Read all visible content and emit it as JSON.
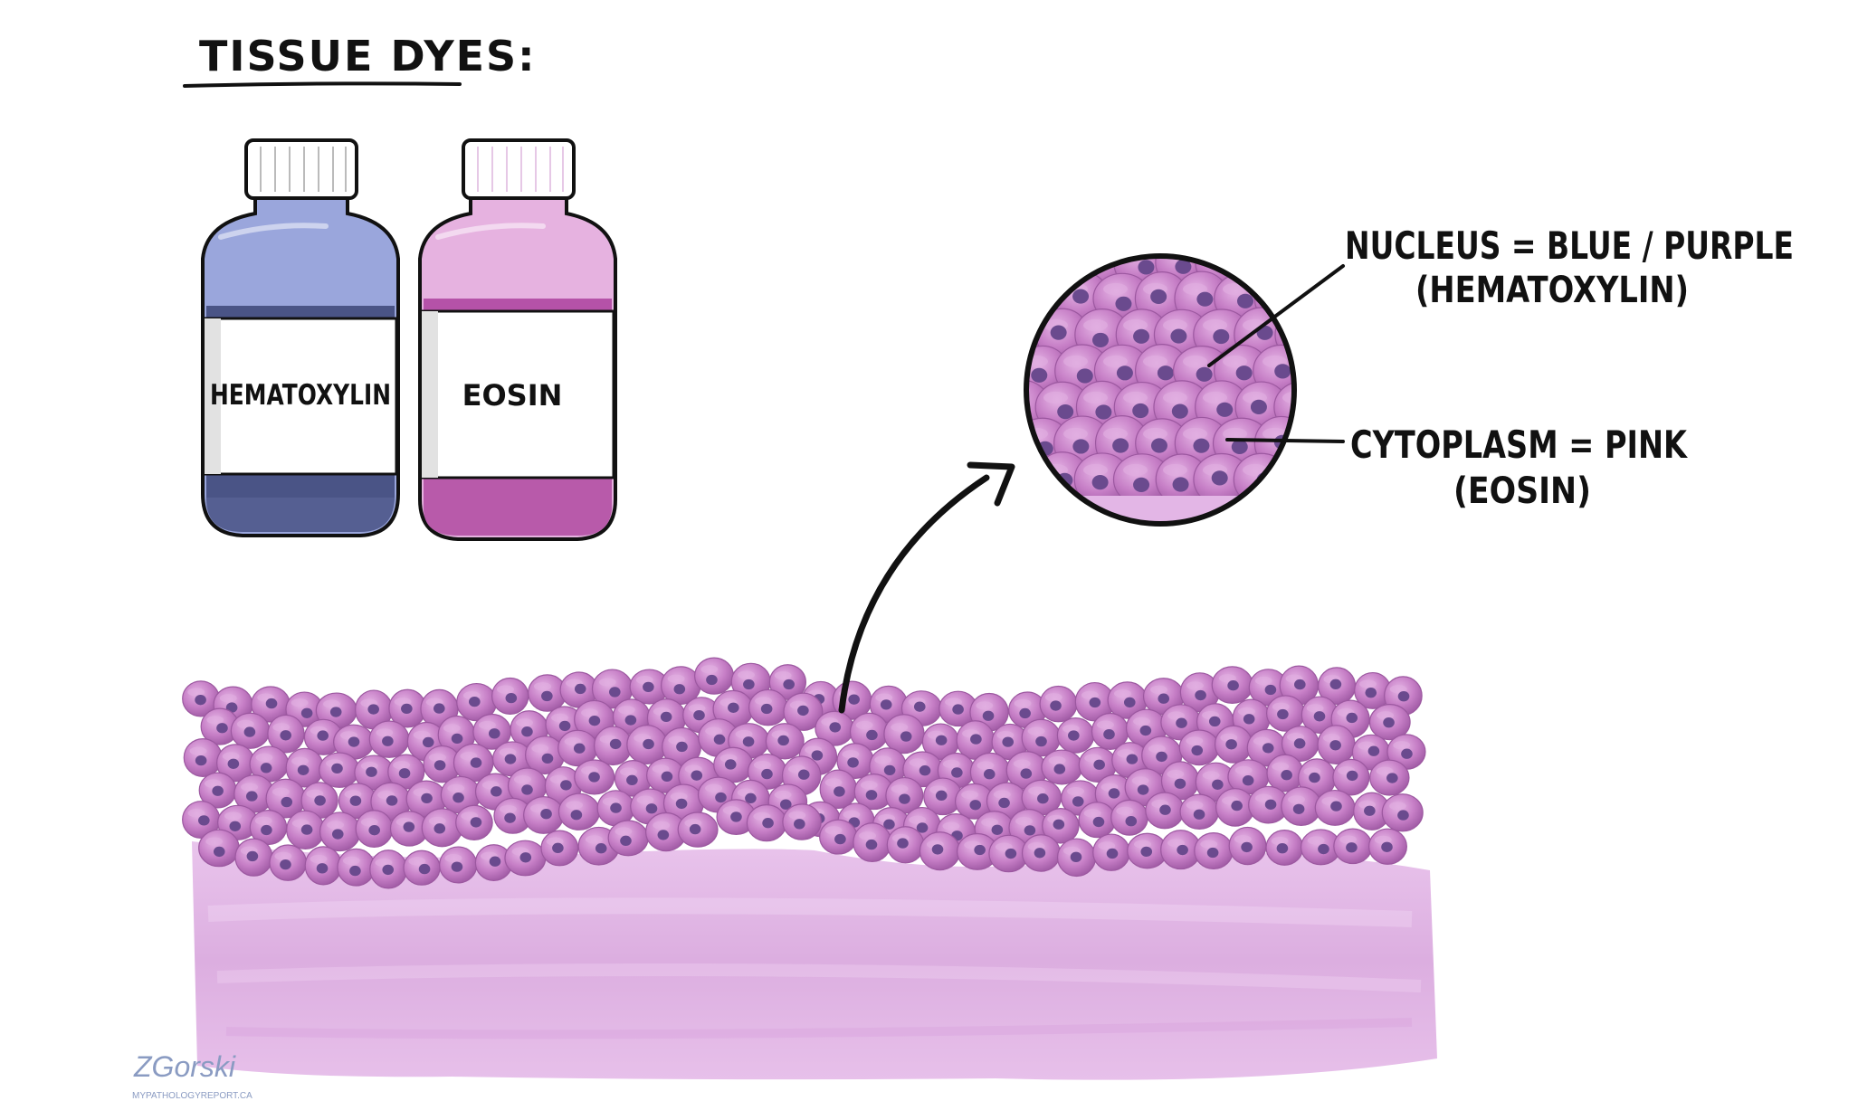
{
  "title": "TISSUE DYES:",
  "bottles": [
    {
      "label": "HEMATOXYLIN",
      "liquid_color": "#5a6494",
      "glass_color": "#9aa6dc"
    },
    {
      "label": "EOSIN",
      "liquid_color": "#b85aaa",
      "glass_color": "#e6b2e0"
    }
  ],
  "annotations": {
    "nucleus": {
      "line1": "NUCLEUS = BLUE / PURPLE",
      "line2": "(HEMATOXYLIN)"
    },
    "cytoplasm": {
      "line1": "CYTOPLASM = PINK",
      "line2": "(EOSIN)"
    }
  },
  "signature": {
    "name": "ZGorski",
    "site": "MYPATHOLOGYREPORT.CA"
  },
  "colors": {
    "cell": "#c47cc4",
    "cell_highlight": "#e0ace0",
    "nucleus": "#6a4a8e",
    "stroma": "#e3b6e6",
    "ink": "#111111"
  }
}
